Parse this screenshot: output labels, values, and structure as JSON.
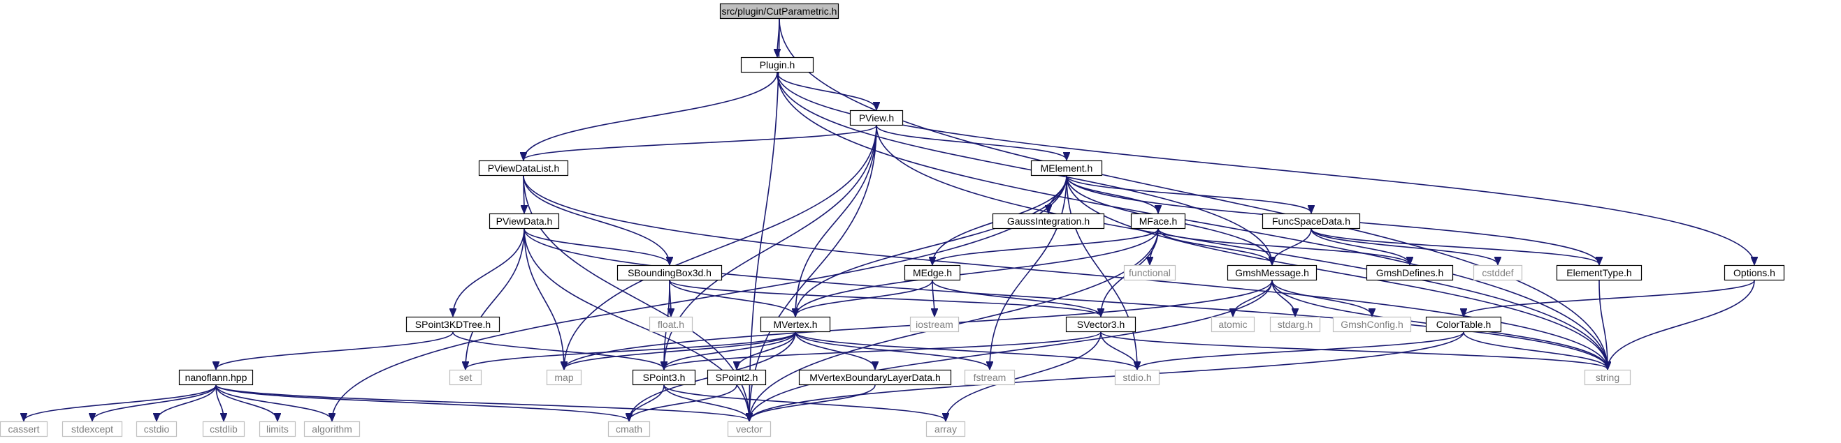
{
  "colors": {
    "edge": "#191970",
    "root_fill": "#bfbfbf",
    "documented_border": "#000000",
    "external_border": "#bfbfbf",
    "external_text": "#7f7f7f",
    "text": "#000000",
    "background": "#ffffff"
  },
  "nodes": [
    {
      "id": "cutparametric",
      "label": "src/plugin/CutParametric.h",
      "kind": "root"
    },
    {
      "id": "plugin",
      "label": "Plugin.h",
      "kind": "documented"
    },
    {
      "id": "pview",
      "label": "PView.h",
      "kind": "documented"
    },
    {
      "id": "pviewdatalist",
      "label": "PViewDataList.h",
      "kind": "documented"
    },
    {
      "id": "melement",
      "label": "MElement.h",
      "kind": "documented"
    },
    {
      "id": "pviewdata",
      "label": "PViewData.h",
      "kind": "documented"
    },
    {
      "id": "gaussintegration",
      "label": "GaussIntegration.h",
      "kind": "documented"
    },
    {
      "id": "mface",
      "label": "MFace.h",
      "kind": "documented"
    },
    {
      "id": "funcspacedata",
      "label": "FuncSpaceData.h",
      "kind": "documented"
    },
    {
      "id": "sboundingbox3d",
      "label": "SBoundingBox3d.h",
      "kind": "documented"
    },
    {
      "id": "medge",
      "label": "MEdge.h",
      "kind": "documented"
    },
    {
      "id": "functional",
      "label": "functional",
      "kind": "external"
    },
    {
      "id": "gmshmessage",
      "label": "GmshMessage.h",
      "kind": "documented"
    },
    {
      "id": "gmshdefines",
      "label": "GmshDefines.h",
      "kind": "documented"
    },
    {
      "id": "cstddef",
      "label": "cstddef",
      "kind": "external"
    },
    {
      "id": "elementtype",
      "label": "ElementType.h",
      "kind": "documented"
    },
    {
      "id": "options",
      "label": "Options.h",
      "kind": "documented"
    },
    {
      "id": "spoint3kdtree",
      "label": "SPoint3KDTree.h",
      "kind": "documented"
    },
    {
      "id": "floath",
      "label": "float.h",
      "kind": "external"
    },
    {
      "id": "iostream",
      "label": "iostream",
      "kind": "external"
    },
    {
      "id": "mvertex",
      "label": "MVertex.h",
      "kind": "documented"
    },
    {
      "id": "svector3",
      "label": "SVector3.h",
      "kind": "documented"
    },
    {
      "id": "atomic",
      "label": "atomic",
      "kind": "external"
    },
    {
      "id": "stdargh",
      "label": "stdarg.h",
      "kind": "external"
    },
    {
      "id": "gmshconfig",
      "label": "GmshConfig.h",
      "kind": "external"
    },
    {
      "id": "colortable",
      "label": "ColorTable.h",
      "kind": "documented"
    },
    {
      "id": "nanoflann",
      "label": "nanoflann.hpp",
      "kind": "documented"
    },
    {
      "id": "set",
      "label": "set",
      "kind": "external"
    },
    {
      "id": "map",
      "label": "map",
      "kind": "external"
    },
    {
      "id": "spoint3",
      "label": "SPoint3.h",
      "kind": "documented"
    },
    {
      "id": "spoint2",
      "label": "SPoint2.h",
      "kind": "documented"
    },
    {
      "id": "mvertexboundary",
      "label": "MVertexBoundaryLayerData.h",
      "kind": "documented"
    },
    {
      "id": "fstream",
      "label": "fstream",
      "kind": "external"
    },
    {
      "id": "stdioh",
      "label": "stdio.h",
      "kind": "external"
    },
    {
      "id": "string",
      "label": "string",
      "kind": "external"
    },
    {
      "id": "cassert",
      "label": "cassert",
      "kind": "external"
    },
    {
      "id": "stdexcept",
      "label": "stdexcept",
      "kind": "external"
    },
    {
      "id": "cstdio",
      "label": "cstdio",
      "kind": "external"
    },
    {
      "id": "cstdlib",
      "label": "cstdlib",
      "kind": "external"
    },
    {
      "id": "limits",
      "label": "limits",
      "kind": "external"
    },
    {
      "id": "algorithm",
      "label": "algorithm",
      "kind": "external"
    },
    {
      "id": "cmath",
      "label": "cmath",
      "kind": "external"
    },
    {
      "id": "vector",
      "label": "vector",
      "kind": "external"
    },
    {
      "id": "array",
      "label": "array",
      "kind": "external"
    }
  ],
  "edges": [
    [
      "cutparametric",
      "plugin"
    ],
    [
      "cutparametric",
      "vector"
    ],
    [
      "cutparametric",
      "string"
    ],
    [
      "plugin",
      "pview"
    ],
    [
      "plugin",
      "pviewdatalist"
    ],
    [
      "plugin",
      "gmshmessage"
    ],
    [
      "plugin",
      "options"
    ],
    [
      "plugin",
      "string"
    ],
    [
      "pview",
      "pviewdatalist"
    ],
    [
      "pview",
      "melement"
    ],
    [
      "pview",
      "mvertex"
    ],
    [
      "pview",
      "spoint3"
    ],
    [
      "pview",
      "map"
    ],
    [
      "pview",
      "vector"
    ],
    [
      "pview",
      "string"
    ],
    [
      "pviewdatalist",
      "pviewdata"
    ],
    [
      "pviewdatalist",
      "sboundingbox3d"
    ],
    [
      "pviewdatalist",
      "vector"
    ],
    [
      "pviewdatalist",
      "string"
    ],
    [
      "melement",
      "gaussintegration"
    ],
    [
      "melement",
      "mface"
    ],
    [
      "melement",
      "funcspacedata"
    ],
    [
      "melement",
      "medge"
    ],
    [
      "melement",
      "gmshmessage"
    ],
    [
      "melement",
      "elementtype"
    ],
    [
      "melement",
      "mvertex"
    ],
    [
      "melement",
      "fstream"
    ],
    [
      "melement",
      "stdioh"
    ],
    [
      "melement",
      "algorithm"
    ],
    [
      "melement",
      "string"
    ],
    [
      "pviewdata",
      "sboundingbox3d"
    ],
    [
      "pviewdata",
      "spoint3kdtree"
    ],
    [
      "pviewdata",
      "set"
    ],
    [
      "pviewdata",
      "map"
    ],
    [
      "pviewdata",
      "vector"
    ],
    [
      "pviewdata",
      "string"
    ],
    [
      "mface",
      "medge"
    ],
    [
      "mface",
      "mvertex"
    ],
    [
      "mface",
      "svector3"
    ],
    [
      "mface",
      "gmshmessage"
    ],
    [
      "mface",
      "gmshdefines"
    ],
    [
      "mface",
      "functional"
    ],
    [
      "mface",
      "vector"
    ],
    [
      "funcspacedata",
      "gmshmessage"
    ],
    [
      "funcspacedata",
      "gmshdefines"
    ],
    [
      "funcspacedata",
      "cstddef"
    ],
    [
      "funcspacedata",
      "elementtype"
    ],
    [
      "sboundingbox3d",
      "mvertex"
    ],
    [
      "sboundingbox3d",
      "svector3"
    ],
    [
      "sboundingbox3d",
      "spoint3"
    ],
    [
      "sboundingbox3d",
      "floath"
    ],
    [
      "medge",
      "mvertex"
    ],
    [
      "medge",
      "svector3"
    ],
    [
      "medge",
      "iostream"
    ],
    [
      "gmshmessage",
      "atomic"
    ],
    [
      "gmshmessage",
      "stdargh"
    ],
    [
      "gmshmessage",
      "gmshconfig"
    ],
    [
      "gmshmessage",
      "string"
    ],
    [
      "gmshmessage",
      "vector"
    ],
    [
      "gmshmessage",
      "map"
    ],
    [
      "elementtype",
      "string"
    ],
    [
      "options",
      "colortable"
    ],
    [
      "options",
      "string"
    ],
    [
      "spoint3kdtree",
      "nanoflann"
    ],
    [
      "spoint3kdtree",
      "spoint3"
    ],
    [
      "mvertex",
      "spoint3"
    ],
    [
      "mvertex",
      "spoint2"
    ],
    [
      "mvertex",
      "mvertexboundary"
    ],
    [
      "mvertex",
      "set"
    ],
    [
      "mvertex",
      "map"
    ],
    [
      "mvertex",
      "fstream"
    ],
    [
      "mvertex",
      "stdioh"
    ],
    [
      "mvertex",
      "cmath"
    ],
    [
      "svector3",
      "spoint3"
    ],
    [
      "svector3",
      "stdioh"
    ],
    [
      "svector3",
      "array"
    ],
    [
      "svector3",
      "string"
    ],
    [
      "colortable",
      "stdioh"
    ],
    [
      "colortable",
      "string"
    ],
    [
      "colortable",
      "vector"
    ],
    [
      "nanoflann",
      "cassert"
    ],
    [
      "nanoflann",
      "stdexcept"
    ],
    [
      "nanoflann",
      "cstdio"
    ],
    [
      "nanoflann",
      "cstdlib"
    ],
    [
      "nanoflann",
      "limits"
    ],
    [
      "nanoflann",
      "algorithm"
    ],
    [
      "nanoflann",
      "cmath"
    ],
    [
      "nanoflann",
      "vector"
    ],
    [
      "spoint3",
      "cmath"
    ],
    [
      "spoint3",
      "vector"
    ],
    [
      "spoint3",
      "array"
    ],
    [
      "spoint2",
      "cmath"
    ],
    [
      "mvertexboundary",
      "vector"
    ]
  ]
}
